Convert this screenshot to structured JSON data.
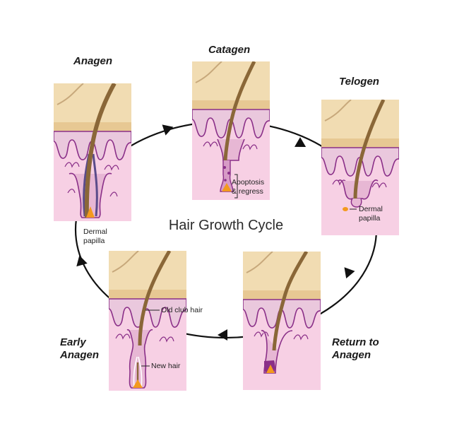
{
  "diagram": {
    "title": "Hair Growth Cycle",
    "stages": [
      {
        "id": "anagen",
        "label": "Anagen",
        "annotation": "Dermal\npapilla"
      },
      {
        "id": "catagen",
        "label": "Catagen",
        "annotation": "Apoptosis\n& regress"
      },
      {
        "id": "telogen",
        "label": "Telogen",
        "annotation": "Dermal\npapilla"
      },
      {
        "id": "return",
        "label": "Return to\nAnagen",
        "annotation": ""
      },
      {
        "id": "early",
        "label": "Early\nAnagen",
        "annotation_top": "Old club hair",
        "annotation_bottom": "New hair"
      }
    ],
    "colors": {
      "epidermis": "#f1dcb2",
      "epidermis_band": "#e7c893",
      "dermis_top": "#eac8dd",
      "dermis": "#f7d0e4",
      "follicle_outline": "#8a2f88",
      "hair": "#8a6738",
      "papilla": "#f39a1e",
      "arrow": "#111111"
    }
  }
}
